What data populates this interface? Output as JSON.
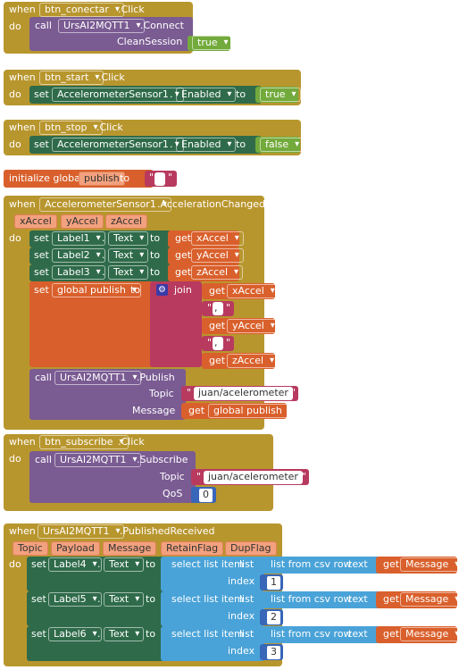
{
  "kw": {
    "when": "when",
    "do": "do",
    "call": "call",
    "set": "set",
    "to": "to",
    "get": "get",
    "join": "join",
    "dot": ".",
    "init_global": "initialize global",
    "select_list_item": "select list item",
    "list": "list",
    "index": "index",
    "list_from_csv_row": "list from csv row",
    "text": "text",
    "quote": "\""
  },
  "blocks": {
    "conectar": {
      "component": "btn_conectar",
      "event": ".Click",
      "call_component": "UrsAI2MQTT1",
      "method": ".Connect",
      "param": "CleanSession",
      "value": "true"
    },
    "start": {
      "component": "btn_start",
      "event": ".Click",
      "target": "AccelerometerSensor1",
      "property": "Enabled",
      "value": "true"
    },
    "stop": {
      "component": "btn_stop",
      "event": ".Click",
      "target": "AccelerometerSensor1",
      "property": "Enabled",
      "value": "false"
    },
    "global_init": {
      "name": "publish",
      "value": ""
    },
    "accel": {
      "component": "AccelerometerSensor1",
      "event": ".AccelerationChanged",
      "params": [
        "xAccel",
        "yAccel",
        "zAccel"
      ],
      "rows": [
        {
          "label": "Label1",
          "property": "Text",
          "get": "xAccel"
        },
        {
          "label": "Label2",
          "property": "Text",
          "get": "yAccel"
        },
        {
          "label": "Label3",
          "property": "Text",
          "get": "zAccel"
        }
      ],
      "set_global": "global publish",
      "join_items": [
        "xAccel",
        ",",
        "yAccel",
        ",",
        "zAccel"
      ],
      "publish_component": "UrsAI2MQTT1",
      "publish_method": ".Publish",
      "topic_label": "Topic",
      "topic_value": "juan/acelerometer",
      "message_label": "Message",
      "message_get": "global publish"
    },
    "subscribe": {
      "component": "btn_subscribe",
      "event": ".Click",
      "call_component": "UrsAI2MQTT1",
      "method": ".Subscribe",
      "topic_label": "Topic",
      "topic_value": "juan/acelerometer",
      "qos_label": "QoS",
      "qos_value": "0"
    },
    "received": {
      "component": "UrsAI2MQTT1",
      "event": ".PublishedReceived",
      "params": [
        "Topic",
        "Payload",
        "Message",
        "RetainFlag",
        "DupFlag"
      ],
      "rows": [
        {
          "label": "Label4",
          "property": "Text",
          "get": "Message",
          "index": "1"
        },
        {
          "label": "Label5",
          "property": "Text",
          "get": "Message",
          "index": "2"
        },
        {
          "label": "Label6",
          "property": "Text",
          "get": "Message",
          "index": "3"
        }
      ]
    }
  },
  "colors": {
    "event": "#b8962e",
    "procedure": "#7a5b92",
    "component_set": "#2f6b4a",
    "variable": "#d9602c",
    "text": "#b83a5f",
    "logic": "#73aa3c",
    "list": "#4aa3d8",
    "math": "#3866b8"
  }
}
